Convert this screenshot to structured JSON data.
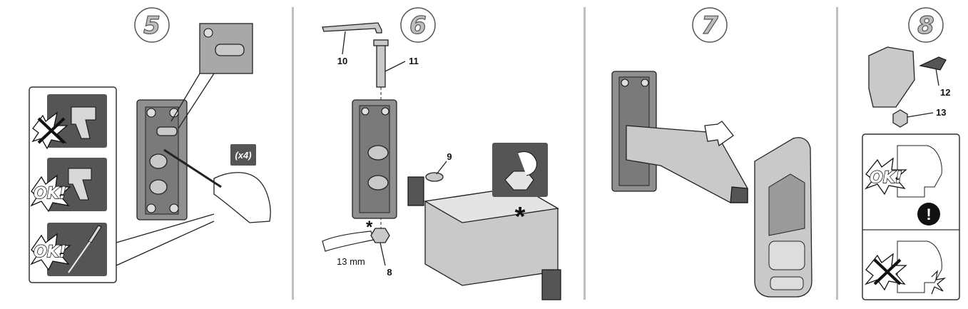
{
  "steps": [
    {
      "number": "5",
      "multiplier": "(x4)"
    },
    {
      "number": "6",
      "labels": {
        "hex_key": "10",
        "bolt": "11",
        "washer_top": "9",
        "washer_bottom": "9",
        "nut": "8",
        "wrench_size": "13 mm",
        "asterisk": "*"
      }
    },
    {
      "number": "7"
    },
    {
      "number": "8",
      "labels": {
        "screw": "12",
        "nut": "13"
      }
    }
  ],
  "panel5": {
    "ok_drill": "OK!",
    "ok_screwdriver": "OK!"
  },
  "panel8": {
    "ok_correct": "OK!",
    "warning_glyph": "!"
  },
  "colors": {
    "divider": "#bfbfbf",
    "ink": "#111111",
    "metal": "#8f8f8f",
    "dark_box": "#555555"
  }
}
